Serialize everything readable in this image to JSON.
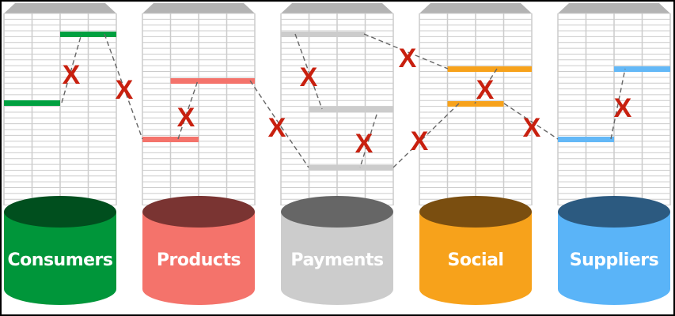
{
  "databases": [
    {
      "label": "Consumers",
      "color": "#00963a",
      "top_color": "#004f1e",
      "bar_color": "#00a040"
    },
    {
      "label": "Products",
      "color": "#f4736b",
      "top_color": "#7a3432",
      "bar_color": "#f4736b"
    },
    {
      "label": "Payments",
      "color": "#cccccc",
      "top_color": "#666666",
      "bar_color": "#cccccc"
    },
    {
      "label": "Social",
      "color": "#f7a21b",
      "top_color": "#7a4e10",
      "bar_color": "#f7a21b"
    },
    {
      "label": "Suppliers",
      "color": "#5ab4f8",
      "top_color": "#2c5a80",
      "bar_color": "#63b8f7"
    }
  ],
  "mismatch_marker": "X",
  "colors": {
    "grid": "#cccccc",
    "sheet_header": "#b3b3b3",
    "mismatch": "#c8200f",
    "link": "#666666"
  }
}
